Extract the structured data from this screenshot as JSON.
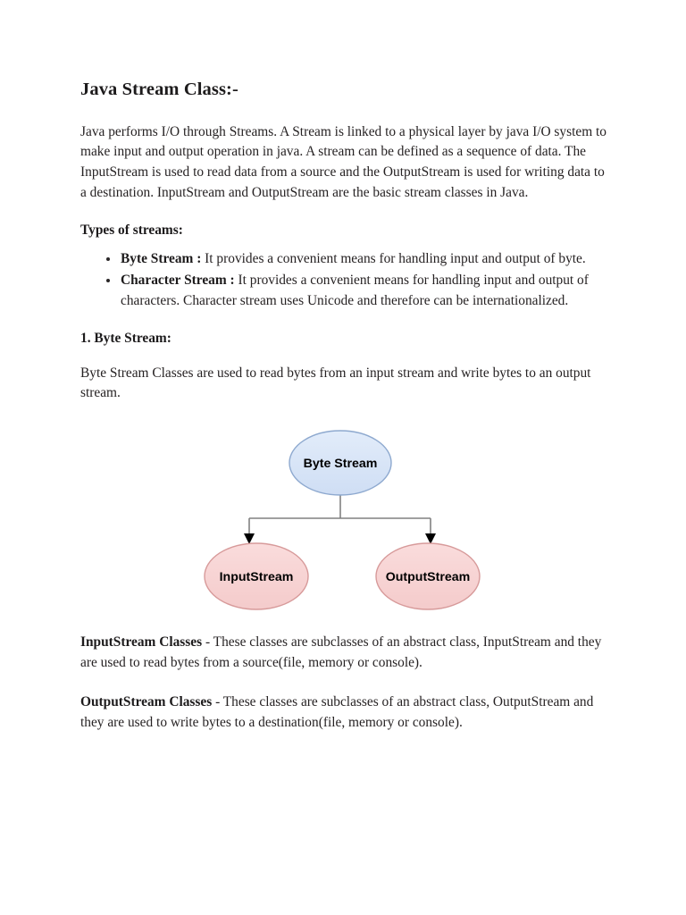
{
  "document": {
    "title": "Java Stream Class:-",
    "intro_paragraph": "Java performs I/O through Streams. A Stream is linked to a physical layer by java I/O system to make input and output operation in java. A stream can be defined as a sequence of data. The InputStream is used to read data from a source and the OutputStream is used for writing data to a destination. InputStream and OutputStream are the basic stream classes in Java.",
    "types_heading": "Types of streams:",
    "stream_types": [
      {
        "term": "Byte Stream :",
        "description": " It provides a convenient means for handling input and output of byte."
      },
      {
        "term": "Character Stream :",
        "description": " It provides a convenient means for handling input and output of characters. Character stream uses Unicode and therefore can be internationalized."
      }
    ],
    "section_heading": "1. Byte Stream:",
    "section_paragraph": "Byte Stream Classes are used to read bytes from an input stream and write bytes to an output stream.",
    "diagram": {
      "root_node": "Byte Stream",
      "child_nodes": [
        "InputStream",
        "OutputStream"
      ],
      "root_fill": "#d7e3f6",
      "root_stroke": "#8ea9cf",
      "child_fill": "#f7d3d3",
      "child_stroke": "#d79a9a",
      "connector_color": "#808080",
      "arrow_color": "#000000"
    },
    "class_descriptions": [
      {
        "term": "InputStream Classes",
        "description": " - These classes are subclasses of an abstract class, InputStream and they are used to read bytes from a source(file, memory or console)."
      },
      {
        "term": "OutputStream Classes",
        "description": " - These classes are subclasses of an abstract class, OutputStream and they are used to write bytes to a destination(file, memory or console)."
      }
    ]
  }
}
